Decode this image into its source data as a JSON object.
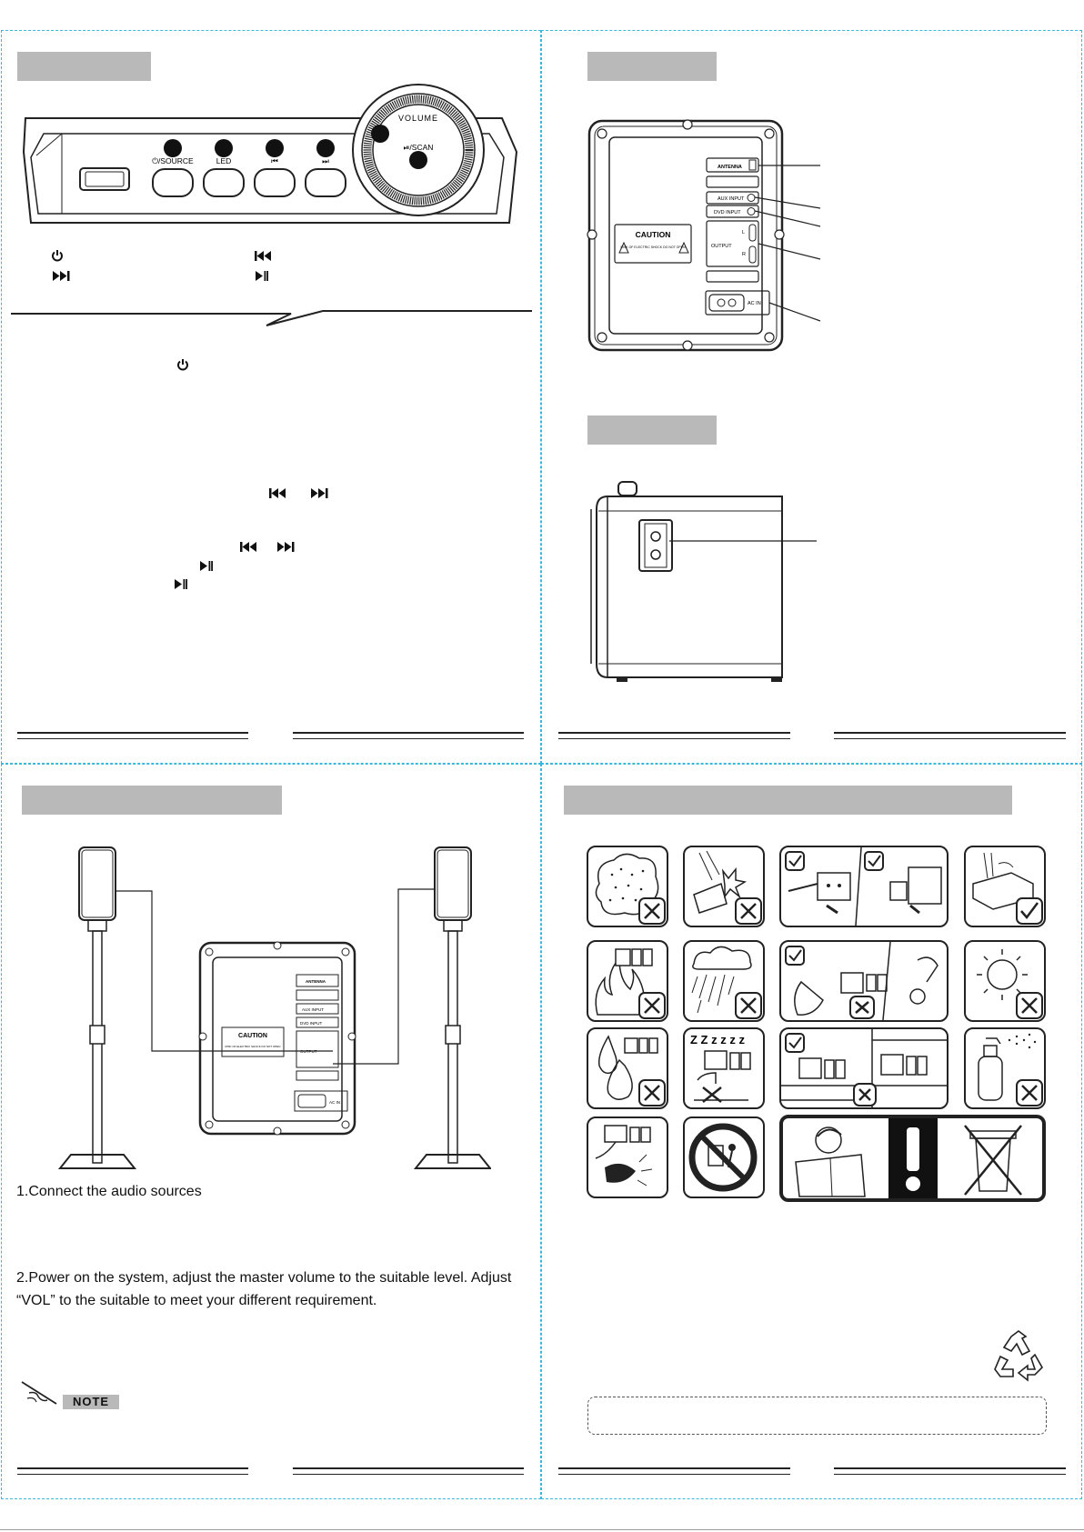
{
  "front_panel": {
    "button_labels": [
      "⏻/SOURCE",
      "LED",
      "⏮",
      "⏭"
    ],
    "knob_label": "VOLUME",
    "knob_button_label": "⏯/SCAN"
  },
  "rear_panel": {
    "jack_labels": [
      "ANTENNA",
      "AUX INPUT",
      "DVD INPUT",
      "OUTPUT",
      "L",
      "R",
      "AC IN"
    ],
    "caution_title": "CAUTION",
    "caution_body": "RISK OF ELECTRIC SHOCK DO NOT OPEN"
  },
  "connection": {
    "step1": "1.Connect the audio sources",
    "step2_line1": "2.Power on the system, adjust the master volume to the suitable level. Adjust",
    "step2_line2": "“VOL” to the suitable to meet your different requirement.",
    "note_label": "NOTE"
  },
  "colors": {
    "quad_border": "#39b7dd",
    "header_fill": "#b9b9b9"
  }
}
